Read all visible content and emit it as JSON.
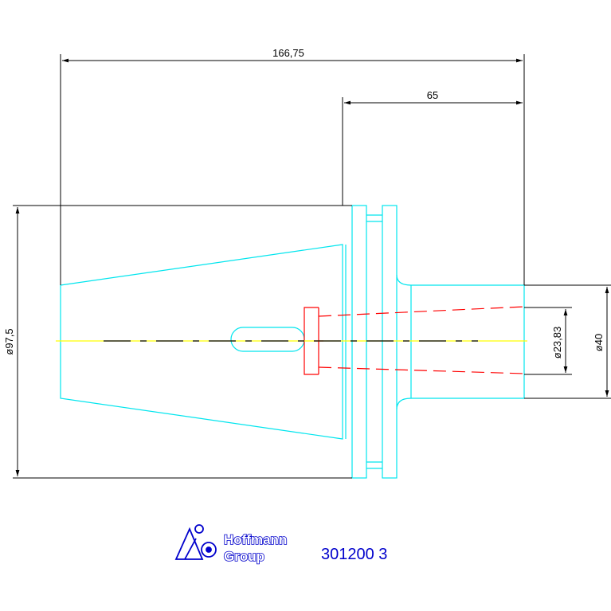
{
  "dimensions": {
    "overall_length": "166,75",
    "shank_length": "65",
    "flange_diameter": "ø97,5",
    "bore_diameter": "ø23,83",
    "shank_diameter": "ø40"
  },
  "logo": {
    "line1": "Hoffmann",
    "line2": "Group"
  },
  "part_number": "301200 3",
  "colors": {
    "outline": "#00e5ee",
    "centerline": "#ffff00",
    "hidden": "#ff0000",
    "dimension": "#000000",
    "brand": "#0000cc"
  }
}
